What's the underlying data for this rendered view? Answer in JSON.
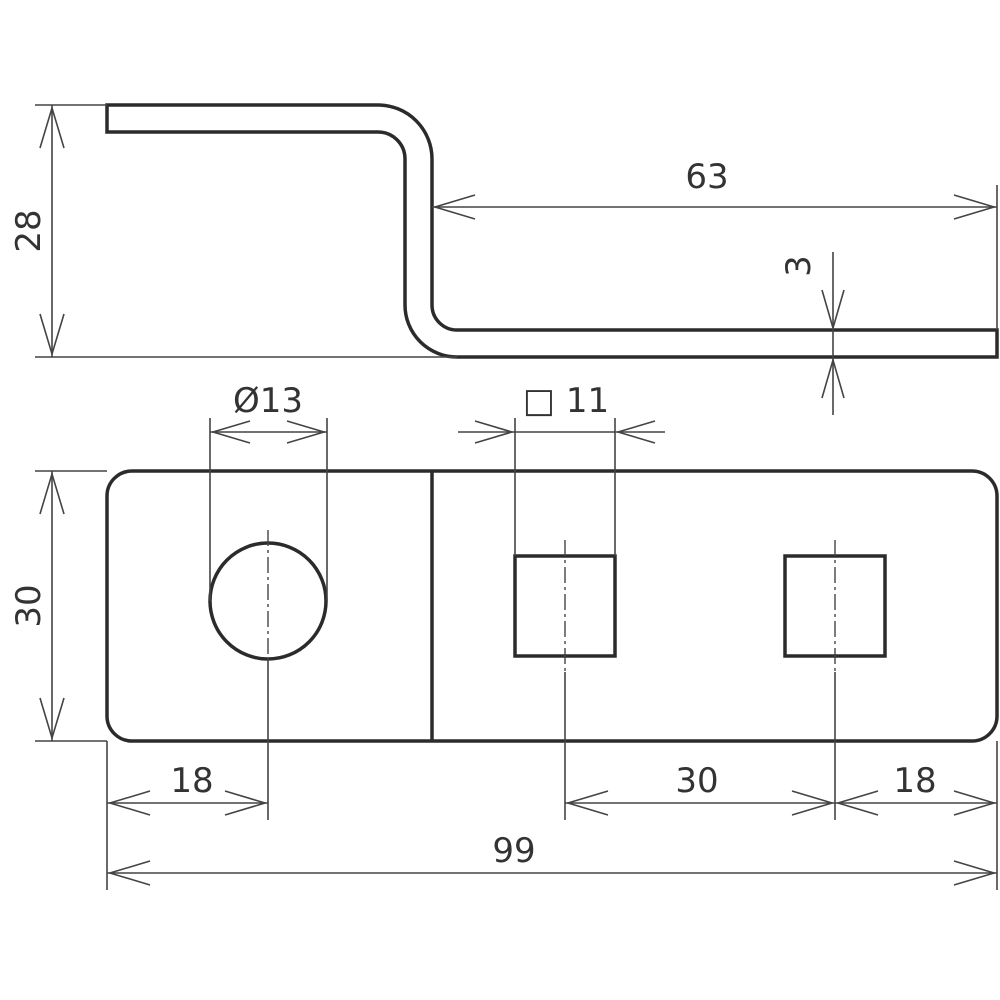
{
  "drawing": {
    "side_view": {
      "height_label": "28",
      "length_label": "63",
      "thickness_label": "3"
    },
    "top_view": {
      "hole_diameter_label": "Ø13",
      "square_hole_label": "□ 11",
      "width_label": "30",
      "left_offset_label": "18",
      "square_spacing_label": "30",
      "right_offset_label": "18",
      "overall_length_label": "99"
    }
  }
}
